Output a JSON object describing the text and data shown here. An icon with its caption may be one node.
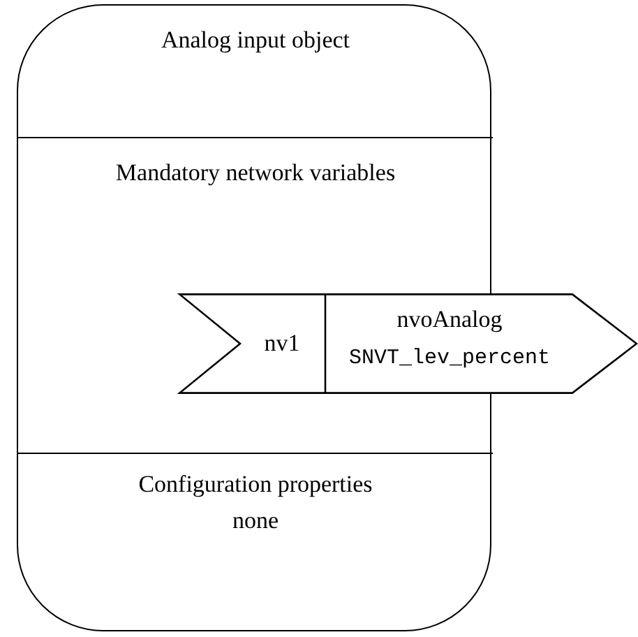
{
  "diagram": {
    "nodes": [
      {
        "text": [
          "Analog input object"
        ]
      },
      {
        "text": [
          "Mandatory network variables"
        ],
        "in": 0
      },
      {
        "text": [
          "nv1",
          "nvoAnalog",
          "SNVT_lev_percent"
        ]
      },
      {
        "text": [
          "Configuration properties",
          "none"
        ],
        "in": 0
      }
    ]
  }
}
